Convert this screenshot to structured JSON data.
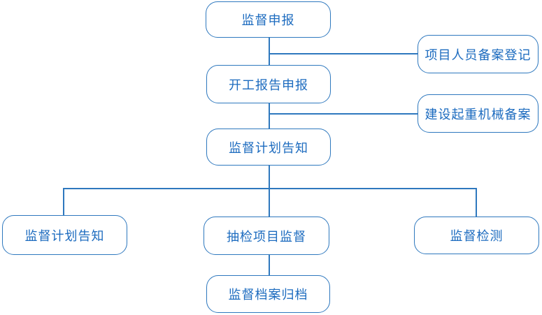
{
  "diagram": {
    "title": "supervision-process-flowchart",
    "colors": {
      "line": "#2E78BE",
      "text": "#1C6BBF",
      "node_background": "#FFFFFF",
      "background": "#FFFFFF"
    },
    "nodes": {
      "supervision_declaration": "监督申报",
      "project_personnel_registration": "项目人员备案登记",
      "commencement_report_declaration": "开工报告申报",
      "construction_crane_filing": "建设起重机械备案",
      "supervision_plan_notification": "监督计划告知",
      "supervision_plan_notification_2": "监督计划告知",
      "spot_check_project_supervision": "抽检项目监督",
      "supervision_testing": "监督检测",
      "supervision_archive_filing": "监督档案归档"
    },
    "edges": [
      "监督申报 -> 开工报告申报",
      "监督申报 -> 项目人员备案登记",
      "开工报告申报 -> 监督计划告知",
      "开工报告申报 -> 建设起重机械备案",
      "监督计划告知 -> 监督计划告知(下)",
      "监督计划告知 -> 抽检项目监督",
      "监督计划告知 -> 监督检测",
      "抽检项目监督 -> 监督档案归档"
    ]
  }
}
